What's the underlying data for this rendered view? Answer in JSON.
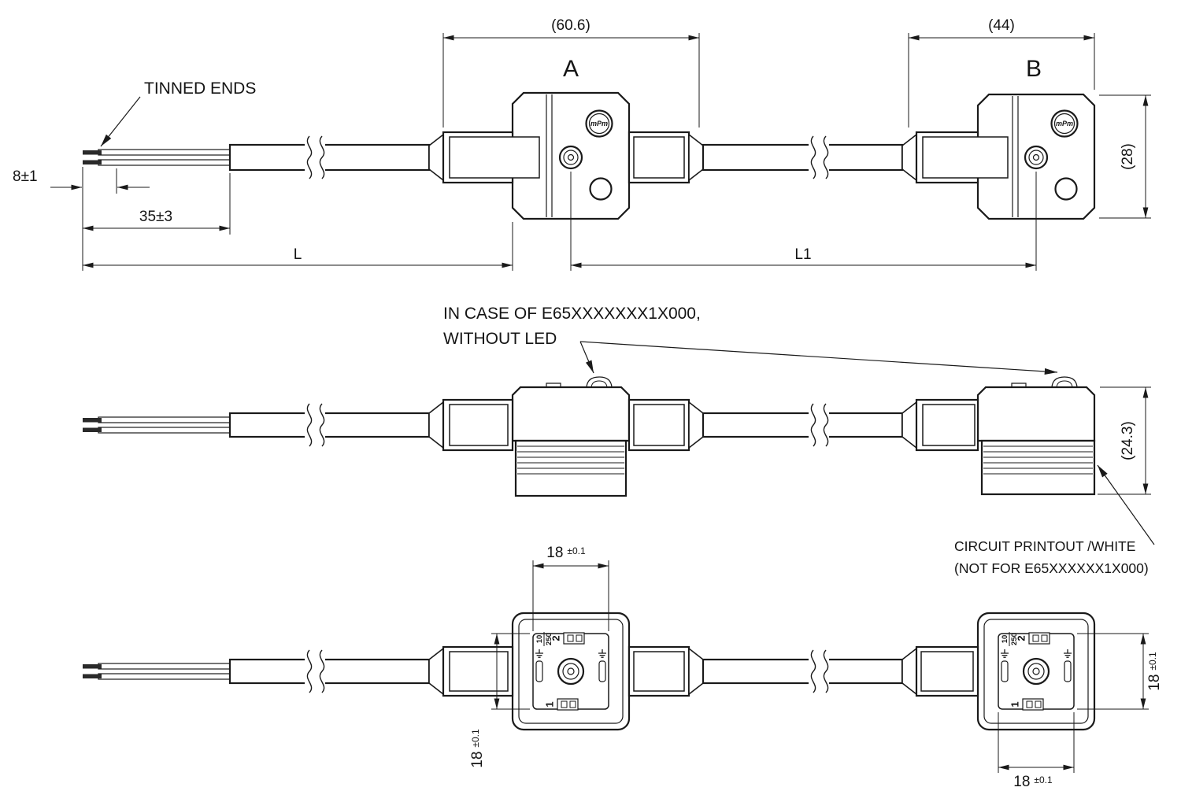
{
  "colors": {
    "ink": "#1a1a1a",
    "background": "#ffffff"
  },
  "views": {
    "front_label_a": "A",
    "front_label_b": "B"
  },
  "callouts": {
    "tinned_ends": "TINNED ENDS",
    "led_note_line1": "IN CASE OF E65XXXXXXX1X000,",
    "led_note_line2": "WITHOUT LED",
    "circuit_note_line1": "CIRCUIT PRINTOUT /WHITE",
    "circuit_note_line2": "(NOT FOR E65XXXXXX1X000)"
  },
  "dimensions": {
    "a_overall_width": "(60.6)",
    "b_overall_width": "(44)",
    "connector_height": "(28)",
    "side_height": "(24.3)",
    "tinned_length": "8±1",
    "strip_length": "35±3",
    "cable_length_left": "L",
    "cable_length_right": "L1",
    "face_size": "18",
    "face_tolerance": "±0.1"
  },
  "face": {
    "pin1_label": "1",
    "pin2_label": "2",
    "rating_current": "10",
    "rating_voltage": "250"
  },
  "brand_mark": "mPm"
}
